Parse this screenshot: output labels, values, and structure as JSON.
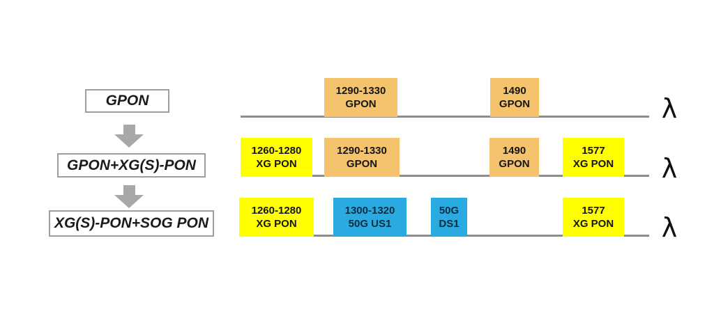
{
  "stages": [
    {
      "label": "GPON"
    },
    {
      "label": "GPON+XG(S)-PON"
    },
    {
      "label": "XG(S)-PON+SOG PON"
    }
  ],
  "axis": {
    "symbol": "λ"
  },
  "rows": [
    {
      "bands": [
        {
          "range": "1290-1330",
          "name": "GPON",
          "type": "gpon"
        },
        {
          "range": "1490",
          "name": "GPON",
          "type": "gpon"
        }
      ]
    },
    {
      "bands": [
        {
          "range": "1260-1280",
          "name": "XG PON",
          "type": "xgpon"
        },
        {
          "range": "1290-1330",
          "name": "GPON",
          "type": "gpon"
        },
        {
          "range": "1490",
          "name": "GPON",
          "type": "gpon"
        },
        {
          "range": "1577",
          "name": "XG PON",
          "type": "xgpon"
        }
      ]
    },
    {
      "bands": [
        {
          "range": "1260-1280",
          "name": "XG PON",
          "type": "xgpon"
        },
        {
          "range": "1300-1320",
          "name": "50G US1",
          "type": "sogpon"
        },
        {
          "range": "50G",
          "name": "DS1",
          "type": "sogpon"
        },
        {
          "range": "1577",
          "name": "XG PON",
          "type": "xgpon"
        }
      ]
    }
  ],
  "colors": {
    "gpon": "#F4C36B",
    "xgpon": "#FFFF00",
    "sogpon": "#29ABE2",
    "axis_line": "#8C8C8C",
    "arrow": "#A8A8A8",
    "stage_border": "#9E9E9E",
    "text": "#161616",
    "sogpon_text": "#0E2C40"
  }
}
